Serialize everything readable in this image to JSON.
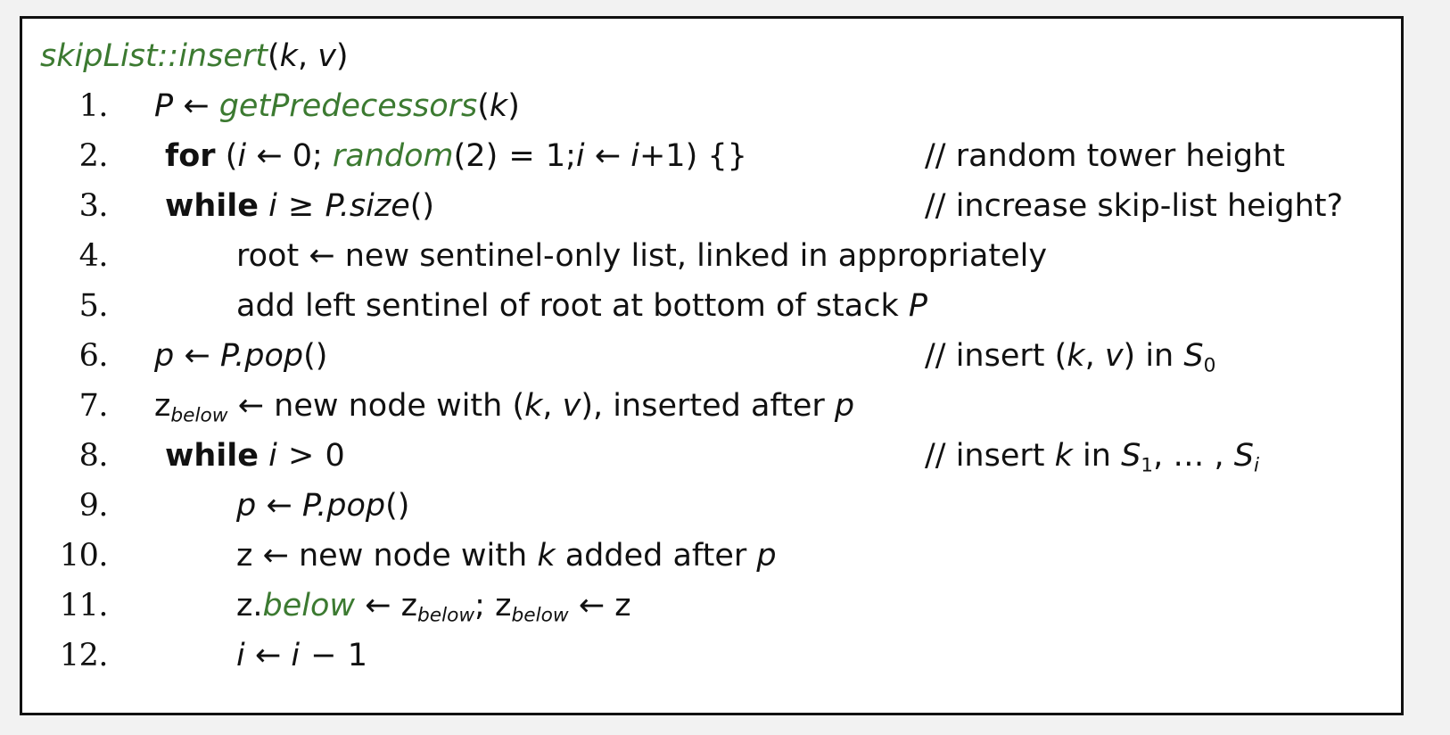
{
  "colors": {
    "page_background": "#f2f2f2",
    "box_background": "#ffffff",
    "box_border": "#111111",
    "text": "#111111",
    "keyword_green": "#3c7a31"
  },
  "algorithm": {
    "signature": {
      "name": "skipList::insert",
      "params": "(k, v)",
      "full_text": "skipList::insert(k, v)"
    },
    "lines": [
      {
        "number": "1.",
        "indent": "ind-0",
        "code_text": "P ← getPredecessors(k)",
        "comment_text": ""
      },
      {
        "number": "2.",
        "indent": "ind-1",
        "code_text": "for (i ← 0; random(2) = 1;i ← i+1) {}",
        "comment_text": "// random tower height"
      },
      {
        "number": "3.",
        "indent": "ind-1",
        "code_text": "while i ≥ P.size()",
        "comment_text": "// increase skip-list height?"
      },
      {
        "number": "4.",
        "indent": "ind-2",
        "code_text": "root ← new sentinel-only list, linked in appropriately",
        "comment_text": ""
      },
      {
        "number": "5.",
        "indent": "ind-2",
        "code_text": "add left sentinel of root at bottom of stack P",
        "comment_text": ""
      },
      {
        "number": "6.",
        "indent": "ind-0",
        "code_text": "p ← P.pop()",
        "comment_text": "// insert (k, v) in S0"
      },
      {
        "number": "7.",
        "indent": "ind-0",
        "code_text": "zbelow ← new node with (k, v), inserted after p",
        "comment_text": ""
      },
      {
        "number": "8.",
        "indent": "ind-1",
        "code_text": "while i > 0",
        "comment_text": "// insert k in S1, … , Si"
      },
      {
        "number": "9.",
        "indent": "ind-2",
        "code_text": "p ← P.pop()",
        "comment_text": ""
      },
      {
        "number": "10.",
        "indent": "ind-2",
        "code_text": "z ← new node with k added after p",
        "comment_text": ""
      },
      {
        "number": "11.",
        "indent": "ind-2",
        "code_text": "z.below ← zbelow; zbelow ← z",
        "comment_text": ""
      },
      {
        "number": "12.",
        "indent": "ind-2",
        "code_text": "i ← i − 1",
        "comment_text": ""
      }
    ],
    "tokens": {
      "sig_name": "skipList::insert",
      "sig_open": "(",
      "sig_k": "k",
      "sig_comma": ", ",
      "sig_v": "v",
      "sig_close": ")",
      "l1_P": "P",
      "l1_arrow": "←",
      "l1_fn": "getPredecessors",
      "l1_open": "(",
      "l1_k": "k",
      "l1_close": ")",
      "l2_for": "for",
      "l2_open": "(",
      "l2_i": "i",
      "l2_arrow": "←",
      "l2_zero": "0",
      "l2_semi": ";",
      "l2_random": "random",
      "l2_two": "(2)",
      "l2_eq": "=",
      "l2_one": "1;",
      "l2_i2": "i",
      "l2_arrow2": "←",
      "l2_i3": "i",
      "l2_plus1": "+1",
      "l2_close": ")",
      "l2_braces": "{}",
      "l2_comment": "// random tower height",
      "l3_while": "while",
      "l3_i": "i",
      "l3_ge": "≥",
      "l3_P": "P",
      "l3_dot": ".",
      "l3_size": "size",
      "l3_parens": "()",
      "l3_comment": "// increase skip-list height?",
      "l4_text": "root ← new sentinel-only list, linked in appropriately",
      "l5_pre": "add left sentinel of root at bottom of stack ",
      "l5_P": "P",
      "l6_p": "p",
      "l6_arrow": "←",
      "l6_P": "P",
      "l6_dot": ".",
      "l6_pop": "pop",
      "l6_parens": "()",
      "l6_c_slash": "// insert ",
      "l6_c_k": "k",
      "l6_c_comma": ", ",
      "l6_c_v": "v",
      "l6_c_in": " in ",
      "l6_c_S": "S",
      "l6_c_sub": "0",
      "l7_z": "z",
      "l7_sub": "below",
      "l7_arrow": "←",
      "l7_mid": "new node with ",
      "l7_k": "k",
      "l7_comma": ", ",
      "l7_v": "v",
      "l7_tail": ", inserted after ",
      "l7_p": "p",
      "l8_while": "while",
      "l8_i": "i",
      "l8_gt": ">",
      "l8_zero": "0",
      "l8_c_pre": "// insert ",
      "l8_c_k": "k",
      "l8_c_in": " in ",
      "l8_c_S1": "S",
      "l8_c_sub1": "1",
      "l8_c_dots": ", … , ",
      "l8_c_Si": "S",
      "l8_c_subi": "i",
      "l9_p": "p",
      "l9_arrow": "←",
      "l9_P": "P",
      "l9_dot": ".",
      "l9_pop": "pop",
      "l9_parens": "()",
      "l10_z": "z",
      "l10_arrow": "←",
      "l10_mid": "new node with ",
      "l10_k": "k",
      "l10_tail": " added after ",
      "l10_p": "p",
      "l11_z": "z",
      "l11_dot": ".",
      "l11_below": "below",
      "l11_arrow": "←",
      "l11_z2": "z",
      "l11_sub2": "below",
      "l11_semi": ";",
      "l11_z3": "z",
      "l11_sub3": "below",
      "l11_arrow2": "←",
      "l11_z4": "z",
      "l12_i": "i",
      "l12_arrow": "←",
      "l12_i2": "i",
      "l12_minus": "−",
      "l12_one": "1"
    }
  }
}
